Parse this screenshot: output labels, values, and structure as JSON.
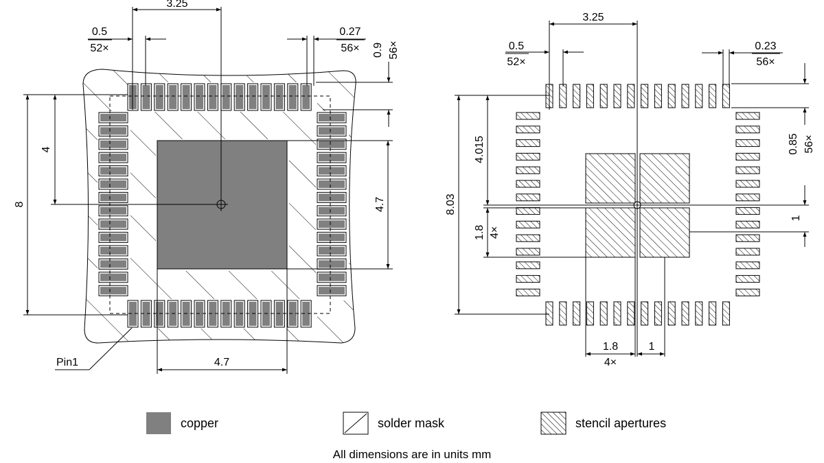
{
  "colors": {
    "copper": "#808080",
    "line": "#000000",
    "background": "#ffffff"
  },
  "left_view": {
    "top_center_dim": "3.25",
    "pitch_label": "0.5",
    "pitch_count": "52×",
    "pad_width_label": "0.27",
    "pad_width_count": "56×",
    "pad_length_label": "0.9",
    "pad_length_count": "56×",
    "half_height_label": "4",
    "overall_label": "8",
    "ep_height_label": "4.7",
    "ep_width_label": "4.7",
    "pin1_label": "Pin1"
  },
  "right_view": {
    "top_center_dim": "3.25",
    "pitch_label": "0.5",
    "pitch_count": "52×",
    "aperture_width_label": "0.23",
    "aperture_width_count": "56×",
    "aperture_length_label": "0.85",
    "aperture_length_count": "56×",
    "half_height_label": "4.015",
    "overall_label": "8.03",
    "side_size_label": "1.8",
    "side_size_count": "4×",
    "side_gap_label": "1",
    "bottom_size_label": "1.8",
    "bottom_size_count": "4×",
    "bottom_gap_label": "1"
  },
  "legend": [
    {
      "icon": "copper-swatch",
      "label": "copper"
    },
    {
      "icon": "solder-mask-swatch",
      "label": "solder mask"
    },
    {
      "icon": "stencil-aperture-swatch",
      "label": "stencil apertures"
    }
  ],
  "footer_note": "All dimensions are in units mm"
}
